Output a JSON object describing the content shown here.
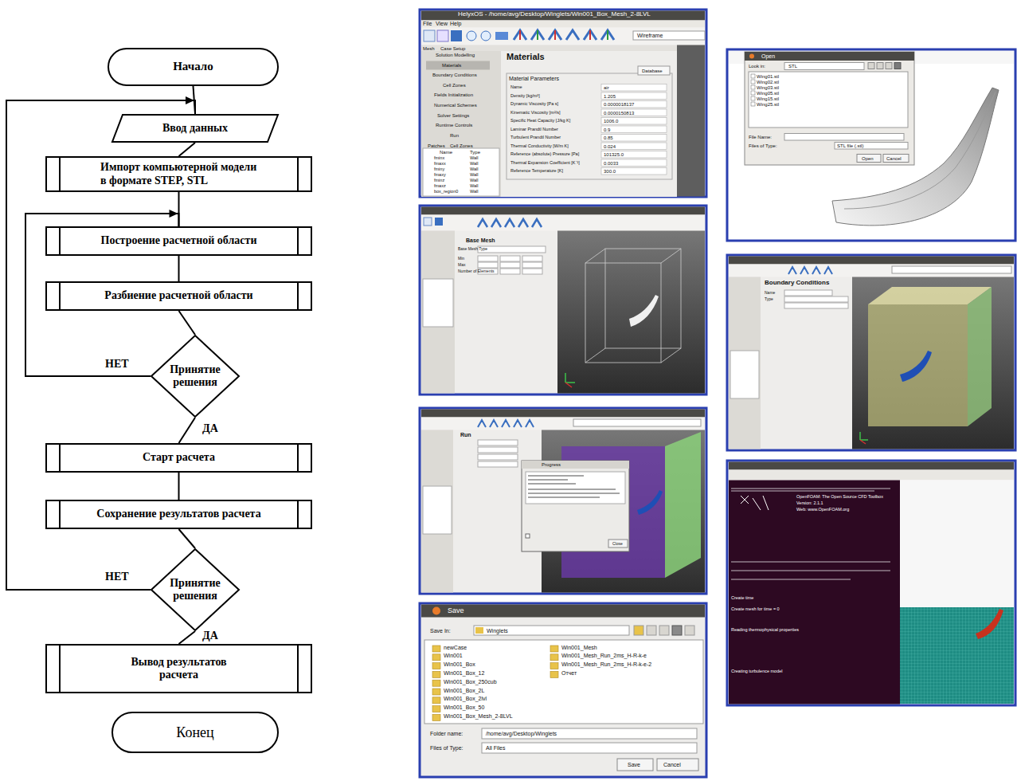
{
  "diagram": {
    "nodes": [
      {
        "text": [
          "Начало"
        ]
      },
      {
        "text": [
          "Ввод данных"
        ]
      },
      {
        "text": [
          "Импорт компьютерной модели в формате STEP, STL"
        ]
      },
      {
        "text": [
          "Построение расчетной области"
        ]
      },
      {
        "text": [
          "Разбиение расчетной области"
        ]
      },
      {
        "text": [
          "Принятие решения"
        ]
      },
      {
        "text": [
          "Старт расчета"
        ]
      },
      {
        "text": [
          "Сохранение результатов расчета"
        ]
      },
      {
        "text": [
          "Принятие решения"
        ]
      },
      {
        "text": [
          "Вывод результатов расчета"
        ]
      },
      {
        "text": [
          "Конец"
        ]
      }
    ],
    "edges": [
      {
        "from": 0,
        "to": 1,
        "arrow": "none"
      },
      {
        "from": 1,
        "to": 2,
        "arrow": "none"
      },
      {
        "from": 2,
        "to": 3,
        "arrow": "none"
      },
      {
        "from": 3,
        "to": 4,
        "arrow": "none"
      },
      {
        "from": 4,
        "to": 5,
        "arrow": "none"
      },
      {
        "from": 5,
        "to": 6,
        "arrow": "none",
        "label": "ДА"
      },
      {
        "from": 5,
        "to": 3,
        "arrow": "to",
        "label": "НЕТ"
      },
      {
        "from": 6,
        "to": 7,
        "arrow": "none"
      },
      {
        "from": 7,
        "to": 8,
        "arrow": "none"
      },
      {
        "from": 8,
        "to": 9,
        "arrow": "none",
        "label": "ДА"
      },
      {
        "from": 8,
        "to": 1,
        "arrow": "to",
        "label": "НЕТ"
      }
    ],
    "labels": [
      "HelyxOS - /home/avg/Desktop/Winglets/Win001_Box_Mesh_2-8LVL",
      "File",
      "View",
      "Help",
      "Wireframe",
      "Mesh",
      "Case Setup",
      "Solution Modelling",
      "Materials",
      "Boundary Conditions",
      "Cell Zones",
      "Fields Initialization",
      "Numerical Schemes",
      "Solver Settings",
      "Runtime Controls",
      "Run",
      "Patches",
      "Cell Zones",
      "Name",
      "Type",
      "fminx",
      "Wall",
      "fmaxx",
      "Wall",
      "fminy",
      "Wall",
      "fmaxy",
      "Wall",
      "fminz",
      "Wall",
      "fmaxz",
      "Wall",
      "box_region0",
      "Wall",
      "Materials",
      "Database",
      "Material Parameters",
      "Name",
      "air",
      "Density [kg/m³]",
      "1.205",
      "Dynamic Viscosity [Pa s]",
      "0.0000018137",
      "Kinematic Viscosity [m²/s]",
      "0.0000150813",
      "Specific Heat Capacity [J/kg K]",
      "1006.0",
      "Laminar Prandtl Number",
      "0.9",
      "Turbulent Prandtl Number",
      "0.85",
      "Thermal Conductivity [W/m K]",
      "0.024",
      "Reference (absolute) Pressure [Pa]",
      "101325.0",
      "Thermal Expansion Coefficient [K⁻¹]",
      "0.0033",
      "Reference Temperature [K]",
      "300.0",
      "Open",
      "Look in:",
      "STL",
      "Wing01.stl",
      "Wing02.stl",
      "Wing03.stl",
      "Wing05.stl",
      "Wing15.stl",
      "Wing25.stl",
      "File Name:",
      "Files of Type:",
      "STL file (.stl)",
      "Open",
      "Cancel",
      "Base Mesh",
      "Base Mesh Type",
      "Min",
      "Max",
      "Number of Elements",
      "Boundary Conditions",
      "Name",
      "Type",
      "Run",
      "Progress",
      "Close",
      "OpenFOAM: The Open Source CFD Toolbox",
      "Version: 2.1.1",
      "Web: www.OpenFOAM.org",
      "Create time",
      "Create mesh for time = 0",
      "Reading thermophysical properties",
      "Creating turbulence model",
      "Save",
      "Save In:",
      "Winglets",
      "newCase",
      "Win001",
      "Win001_Box",
      "Win001_Box_12",
      "Win001_Box_250cub",
      "Win001_Box_2L",
      "Win001_Box_2lvl",
      "Win001_Box_50",
      "Win001_Box_Mesh_2-8LVL",
      "Win001_Mesh",
      "Win001_Mesh_Run_2ms_H-R-k-e",
      "Win001_Mesh_Run_2ms_H-R-k-e-2",
      "Отчет",
      "Folder name:",
      "/home/avg/Desktop/Winglets",
      "Files of Type:",
      "All Files",
      "Save",
      "Cancel"
    ]
  }
}
